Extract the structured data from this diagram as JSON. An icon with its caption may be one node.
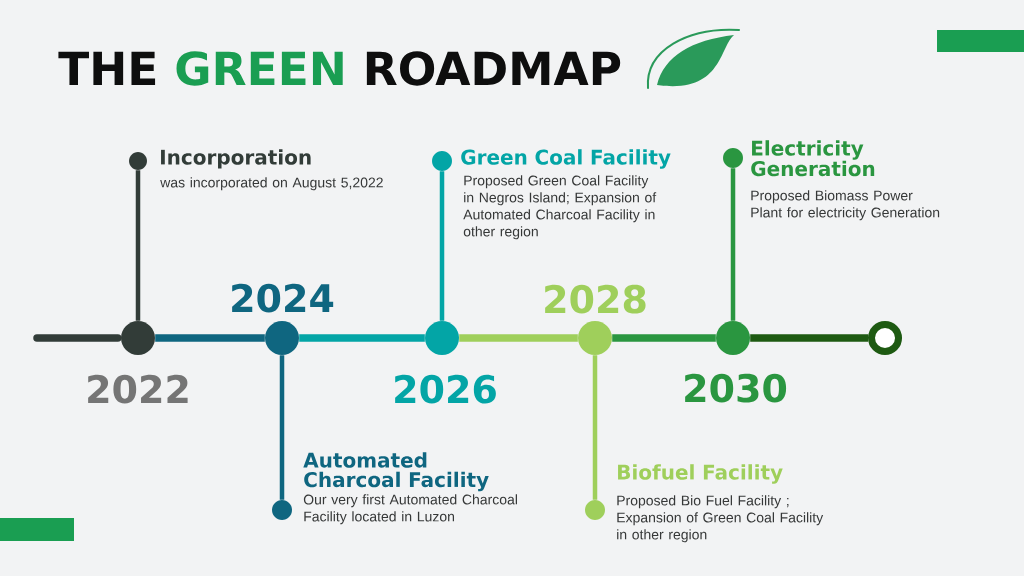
{
  "diagram": {
    "title": "THE GREEN ROADMAP",
    "nodes": [
      {
        "text": [],
        "shape": "circle",
        "beside": [
          "2022"
        ]
      },
      {
        "text": [],
        "shape": "circle",
        "beside": [
          "2024"
        ]
      },
      {
        "text": [],
        "shape": "circle",
        "beside": [
          "2026"
        ]
      },
      {
        "text": [],
        "shape": "circle",
        "beside": [
          "2028"
        ]
      },
      {
        "text": [],
        "shape": "circle",
        "beside": [
          "2030"
        ]
      },
      {
        "text": [],
        "shape": "ring"
      },
      {
        "text": [],
        "shape": "circle",
        "beside": [
          "Incorporation",
          "was incorporated on August 5,2022"
        ]
      },
      {
        "text": [],
        "shape": "circle",
        "beside": [
          "Automated Charcoal Facility",
          "Our very first Automated Charcoal Facility located in Luzon"
        ]
      },
      {
        "text": [],
        "shape": "circle",
        "beside": [
          "Green Coal Facility",
          "Proposed Green Coal Facility in Negros Island; Expansion of Automated Charcoal Facility in other region"
        ]
      },
      {
        "text": [],
        "shape": "circle",
        "beside": [
          "Biofuel Facility",
          "Proposed Bio Fuel Facility ; Expansion of Green Coal Facility in other region"
        ]
      },
      {
        "text": [],
        "shape": "circle",
        "beside": [
          "Electricity Generation",
          "Proposed Biomass Power Plant for electricity Generation"
        ]
      }
    ],
    "edges": [
      {
        "from": null,
        "to": 0,
        "arrow": "none",
        "color": "#323c38"
      },
      {
        "from": 0,
        "to": 1,
        "arrow": "none",
        "color": "#0f6680"
      },
      {
        "from": 1,
        "to": 2,
        "arrow": "none",
        "color": "#03a5a6"
      },
      {
        "from": 2,
        "to": 3,
        "arrow": "none",
        "color": "#9fcf5b"
      },
      {
        "from": 3,
        "to": 4,
        "arrow": "none",
        "color": "#2a9640"
      },
      {
        "from": 4,
        "to": 5,
        "arrow": "none",
        "color": "#1e5a12"
      },
      {
        "from": 0,
        "to": 6,
        "arrow": "none",
        "color": "#323c38"
      },
      {
        "from": 1,
        "to": 7,
        "arrow": "none",
        "color": "#0f6680"
      },
      {
        "from": 2,
        "to": 8,
        "arrow": "none",
        "color": "#03a5a6"
      },
      {
        "from": 3,
        "to": 9,
        "arrow": "none",
        "color": "#9fcf5b"
      },
      {
        "from": 4,
        "to": 10,
        "arrow": "none",
        "color": "#2a9640"
      }
    ]
  }
}
